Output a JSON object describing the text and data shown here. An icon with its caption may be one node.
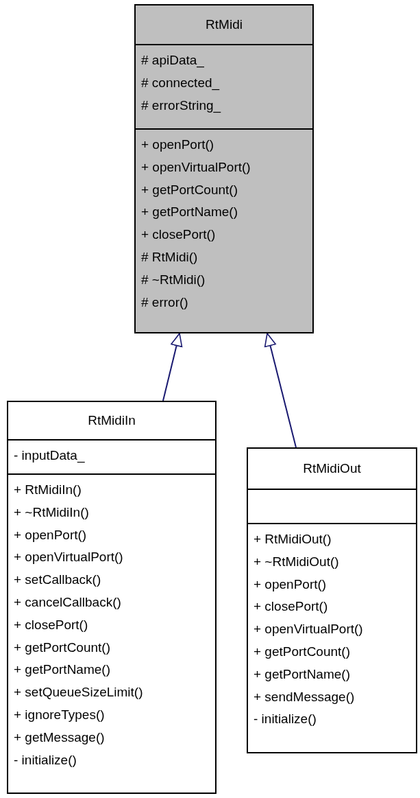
{
  "diagram": {
    "nodes": [
      {
        "text": [
          "RtMidi"
        ]
      },
      {
        "text": [
          "# apiData_",
          "# connected_",
          "# errorString_"
        ],
        "in": 0
      },
      {
        "text": [
          "+ openPort()",
          "+ openVirtualPort()",
          "+ getPortCount()",
          "+ getPortName()",
          "+ closePort()",
          "# RtMidi()",
          "# ~RtMidi()",
          "# error()"
        ],
        "in": 0
      },
      {
        "text": [
          "RtMidiIn"
        ]
      },
      {
        "text": [
          "- inputData_"
        ],
        "in": 3
      },
      {
        "text": [
          "+ RtMidiIn()",
          "+ ~RtMidiIn()",
          "+ openPort()",
          "+ openVirtualPort()",
          "+ setCallback()",
          "+ cancelCallback()",
          "+ closePort()",
          "+ getPortCount()",
          "+ getPortName()",
          "+ setQueueSizeLimit()",
          "+ ignoreTypes()",
          "+ getMessage()",
          "- initialize()"
        ],
        "in": 3
      },
      {
        "text": [
          "RtMidiOut"
        ]
      },
      {
        "text": [],
        "shape": "box",
        "in": 6
      },
      {
        "text": [
          "+ RtMidiOut()",
          "+ ~RtMidiOut()",
          "+ openPort()",
          "+ closePort()",
          "+ openVirtualPort()",
          "+ getPortCount()",
          "+ getPortName()",
          "+ sendMessage()",
          "- initialize()"
        ],
        "in": 6
      }
    ],
    "edges": [
      {
        "from": 3,
        "to": 0,
        "arrow": "to"
      },
      {
        "from": 6,
        "to": 0,
        "arrow": "to"
      }
    ]
  }
}
